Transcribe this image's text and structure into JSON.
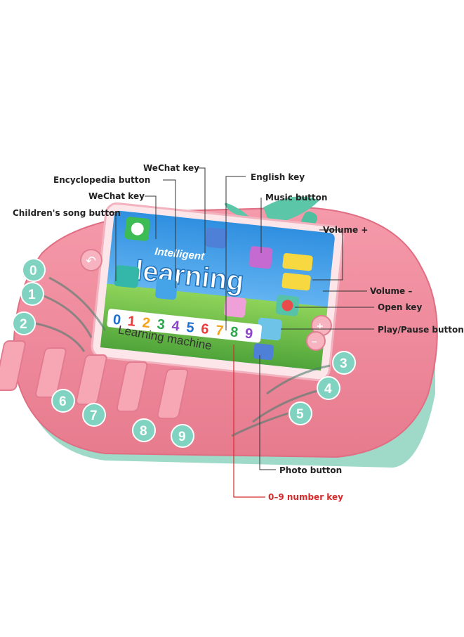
{
  "labels": {
    "wechat_top": "WeChat key",
    "encyclopedia": "Encyclopedia button",
    "wechat_left": "WeChat key",
    "childrens_song": "Children's song button",
    "english_key": "English key",
    "music_button": "Music button",
    "volume_plus": "Volume +",
    "volume_minus": "Volume –",
    "open_key": "Open key",
    "play_pause": "Play/Pause button",
    "photo_button": "Photo button",
    "number_keys": "0–9 number key"
  },
  "screen": {
    "title_small": "Intelligent",
    "title_large": "learning",
    "numbers": [
      "0",
      "1",
      "2",
      "3",
      "4",
      "5",
      "6",
      "7",
      "8",
      "9"
    ]
  },
  "device": {
    "printed_text": "Learning machine",
    "side_keys": [
      "0",
      "1",
      "2",
      "3",
      "4",
      "5",
      "6",
      "7",
      "8",
      "9"
    ],
    "plus_symbol": "+",
    "minus_symbol": "–"
  },
  "colors": {
    "body_pink": "#f08a9b",
    "body_light": "#f7aab6",
    "key_teal": "#7fd3c0",
    "accent_red": "#d32b2b",
    "line_dark": "#333333"
  }
}
